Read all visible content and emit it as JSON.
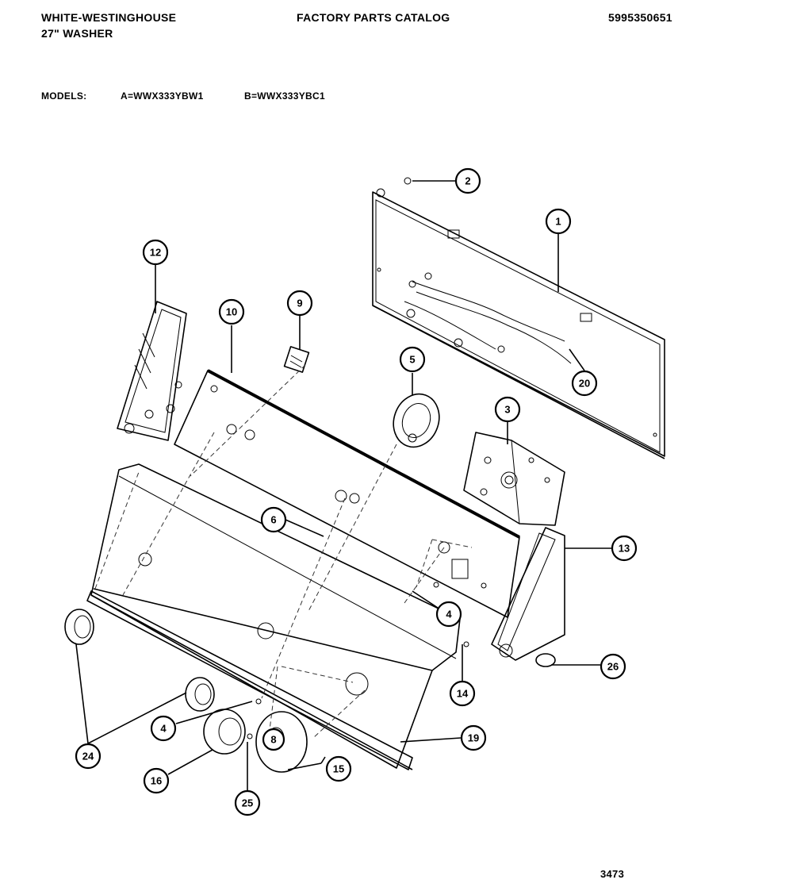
{
  "header": {
    "brand": "WHITE-WESTINGHOUSE",
    "product": "27\" WASHER",
    "catalog_title": "FACTORY PARTS CATALOG",
    "publication_number": "5995350651"
  },
  "models": {
    "label": "MODELS:",
    "a": "A=WWX333YBW1",
    "b": "B=WWX333YBC1"
  },
  "callouts": [
    "2",
    "1",
    "12",
    "10",
    "9",
    "5",
    "20",
    "3",
    "6",
    "13",
    "4",
    "26",
    "14",
    "24",
    "4",
    "19",
    "16",
    "8",
    "15",
    "25"
  ],
  "page_number": "3473"
}
